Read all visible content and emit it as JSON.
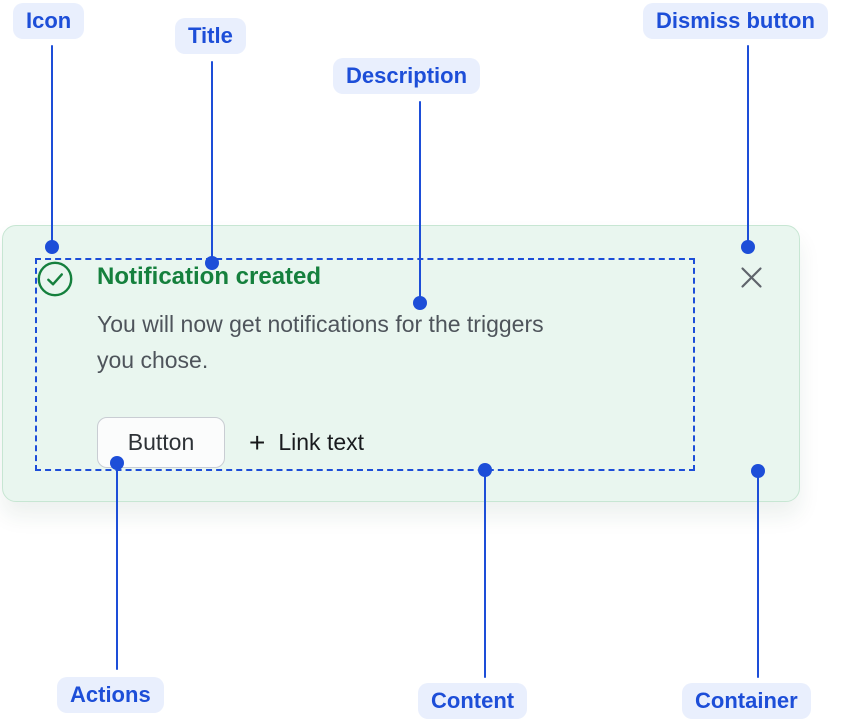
{
  "figure": {
    "callouts": {
      "icon": "Icon",
      "title": "Title",
      "description": "Description",
      "dismiss": "Dismiss button",
      "actions": "Actions",
      "content": "Content",
      "container": "Container"
    }
  },
  "notification": {
    "icon_name": "check-circle-icon",
    "title": "Notification created",
    "description_lines": [
      "You will now get notifications for the triggers",
      "you chose."
    ],
    "actions": {
      "button_label": "Button",
      "link_icon": "+",
      "link_label": "Link text"
    },
    "dismiss_icon_name": "close-icon"
  },
  "colors": {
    "accent_blue": "#1d4ed8",
    "callout_bg": "#e9effd",
    "success_green": "#15803d",
    "card_bg": "#e9f6ef",
    "card_border": "#c7e6d3",
    "description_gray": "#4e545b"
  }
}
